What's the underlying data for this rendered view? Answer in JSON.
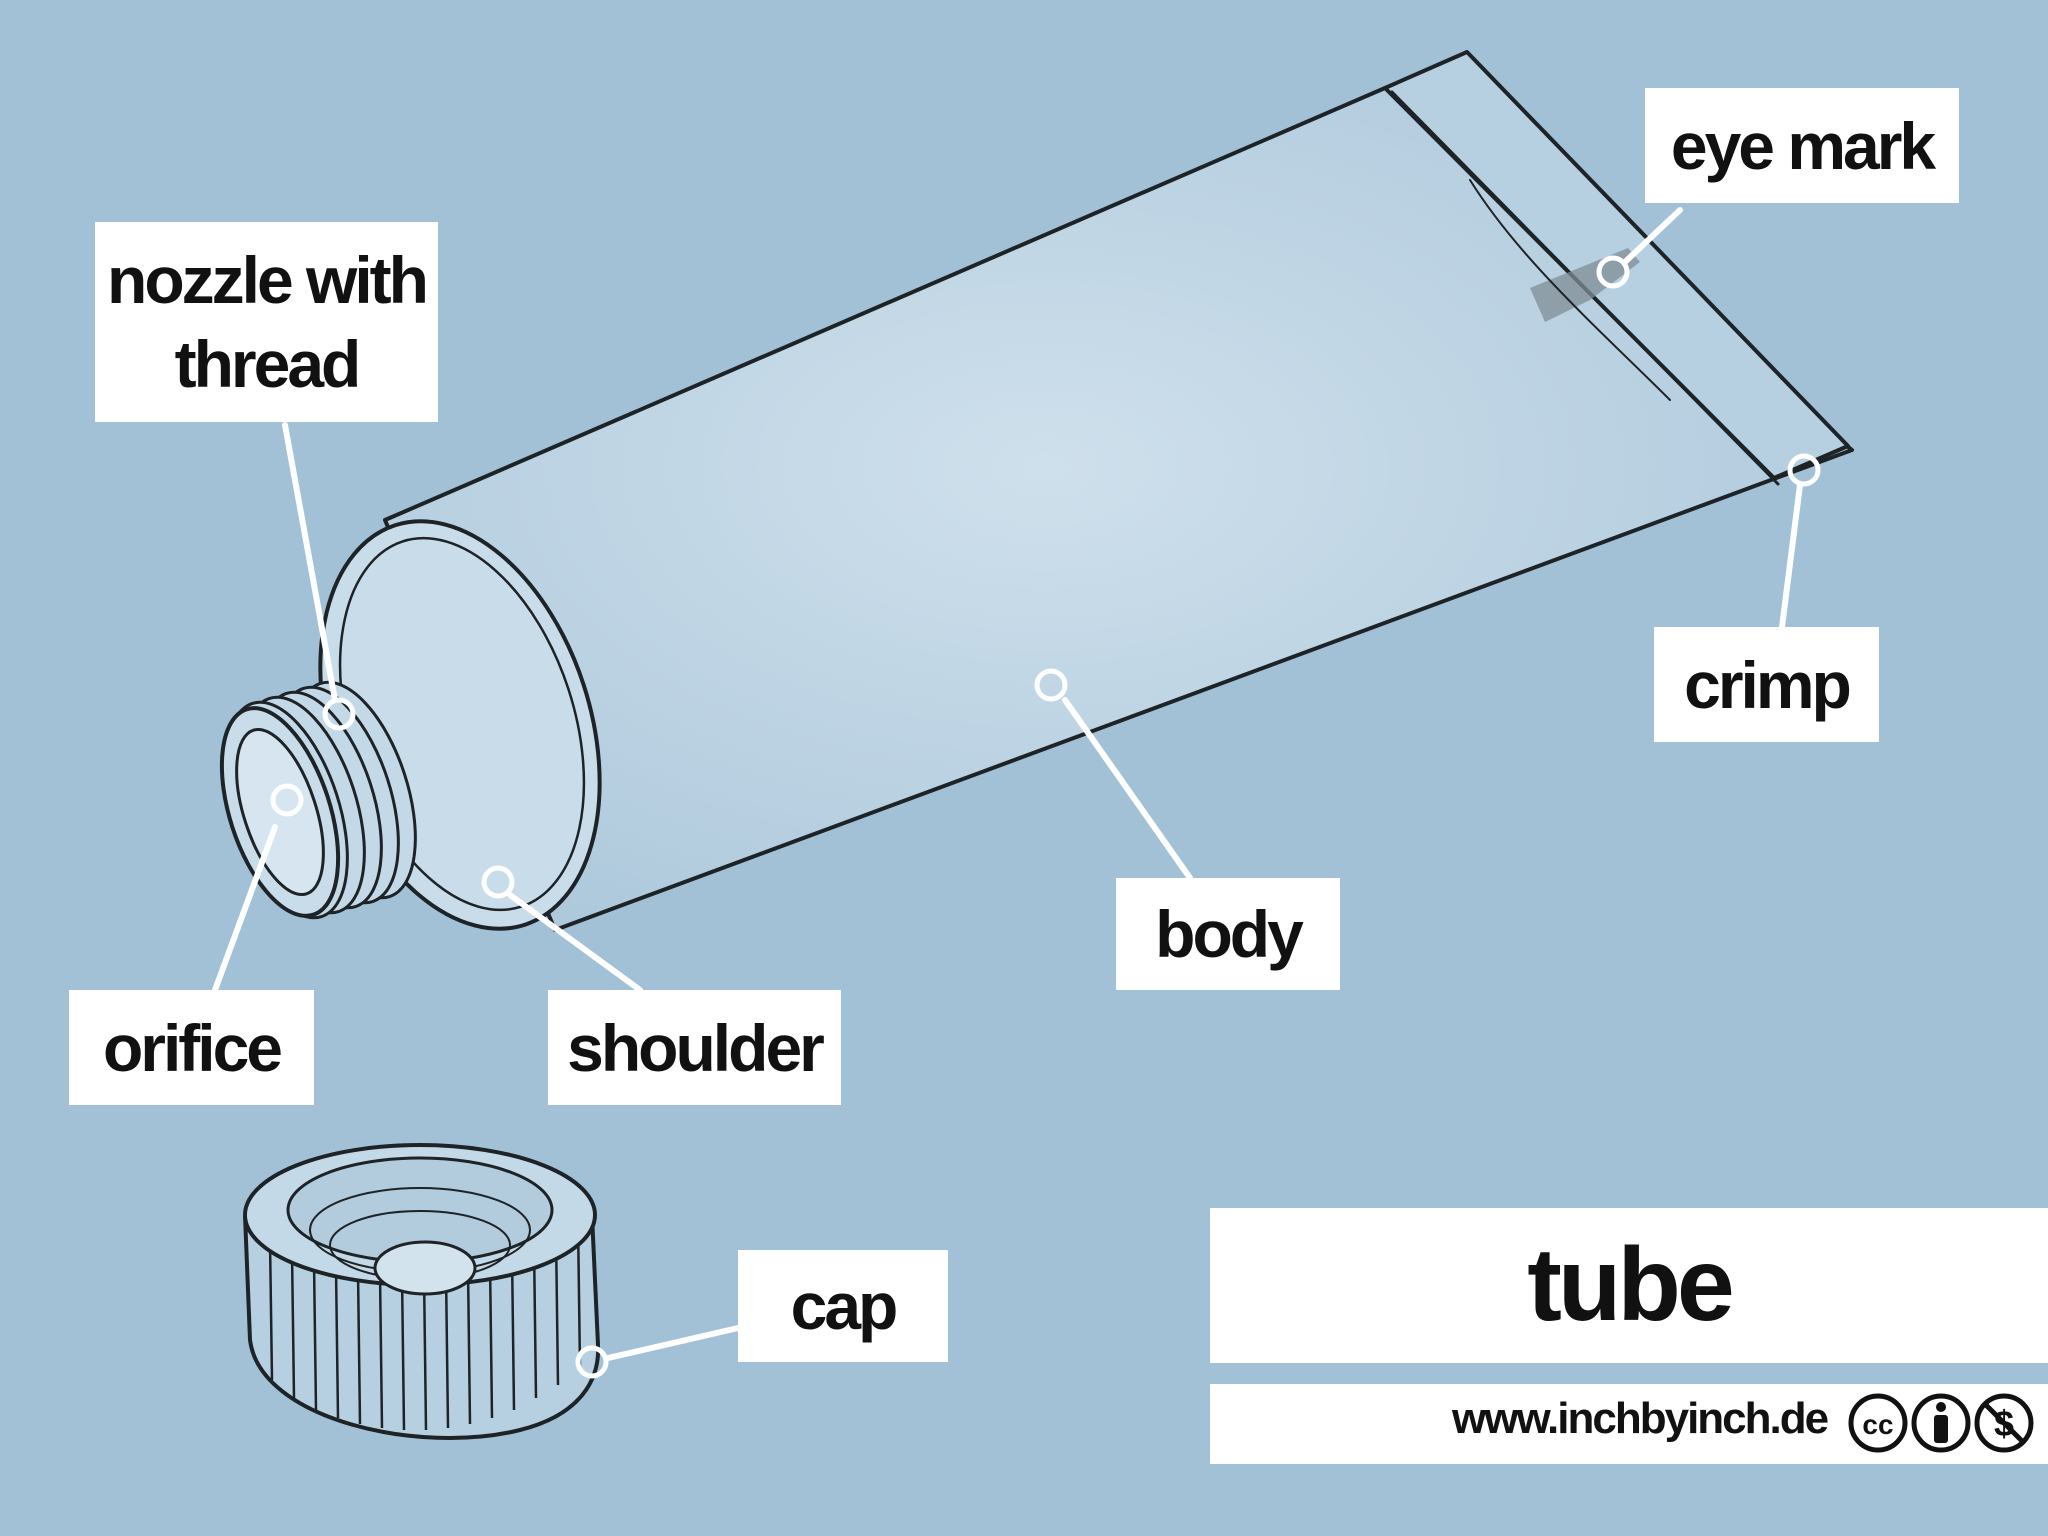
{
  "title": "tube",
  "credit": {
    "url": "www.inchbyinch.de",
    "license_icons": [
      "cc-icon",
      "attribution-icon",
      "noncommercial-icon"
    ]
  },
  "labels": {
    "nozzle_line1": "nozzle with",
    "nozzle_line2": "thread",
    "eye_mark": "eye mark",
    "crimp": "crimp",
    "body": "body",
    "orifice": "orifice",
    "shoulder": "shoulder",
    "cap": "cap",
    "cc": "cc"
  },
  "colors": {
    "background": "#a3c1d6",
    "tube_fill": "#b9d2e2",
    "outline": "#1e2327",
    "label_bg": "#ffffff",
    "leader": "#ffffff"
  }
}
